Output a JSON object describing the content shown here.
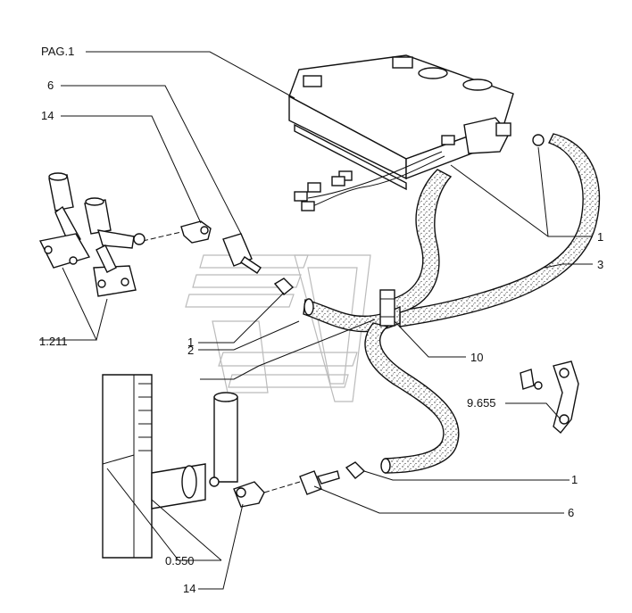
{
  "diagram": {
    "labels": {
      "pag1": "PAG.1",
      "top_6": "6",
      "top_14": "14",
      "ref_1211": "1.211",
      "left_1": "1",
      "left_2": "2",
      "right_1_top": "1",
      "right_3": "3",
      "center_10": "10",
      "ref_9655": "9.655",
      "right_1_bottom": "1",
      "right_6_bottom": "6",
      "ref_0550": "0.550",
      "bottom_14": "14"
    },
    "colors": {
      "ink": "#111111",
      "watermark": "#bbbbbb",
      "background": "#ffffff"
    }
  }
}
